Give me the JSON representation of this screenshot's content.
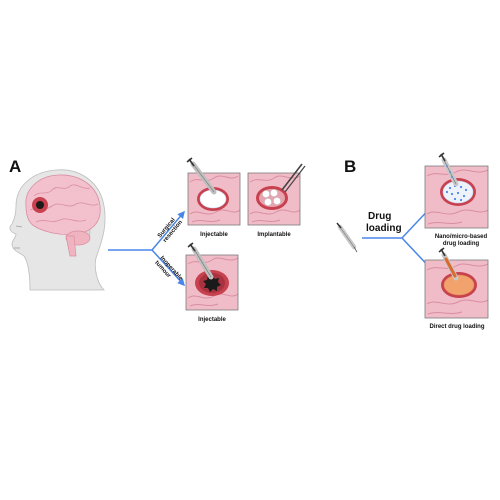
{
  "panels": {
    "a_label": "A",
    "b_label": "B"
  },
  "panel_a": {
    "route_upper_line1": "Surgical",
    "route_upper_line2": "resection",
    "route_lower_line1": "Inoperable",
    "route_lower_line2": "tumour",
    "caption_injectable_top": "Injectable",
    "caption_implantable": "Implantable",
    "caption_injectable_bottom": "Injectable"
  },
  "panel_b": {
    "drug_loading_line1": "Drug",
    "drug_loading_line2": "loading",
    "caption_nano_line1": "Nano/micro-based",
    "caption_nano_line2": "drug loading",
    "caption_direct": "Direct drug loading"
  },
  "colors": {
    "arrow": "#4a86e8",
    "tissue": "#f0bcc8",
    "tissue_fold": "#d98ea2",
    "cavity": "#c8414f",
    "tumor": "#1a1a1a",
    "gel": "#ffffff",
    "particle": "#4a86e8",
    "drug_gel": "#f2a36d",
    "skin": "#e6e6e6",
    "brain": "#f3c1cd"
  }
}
